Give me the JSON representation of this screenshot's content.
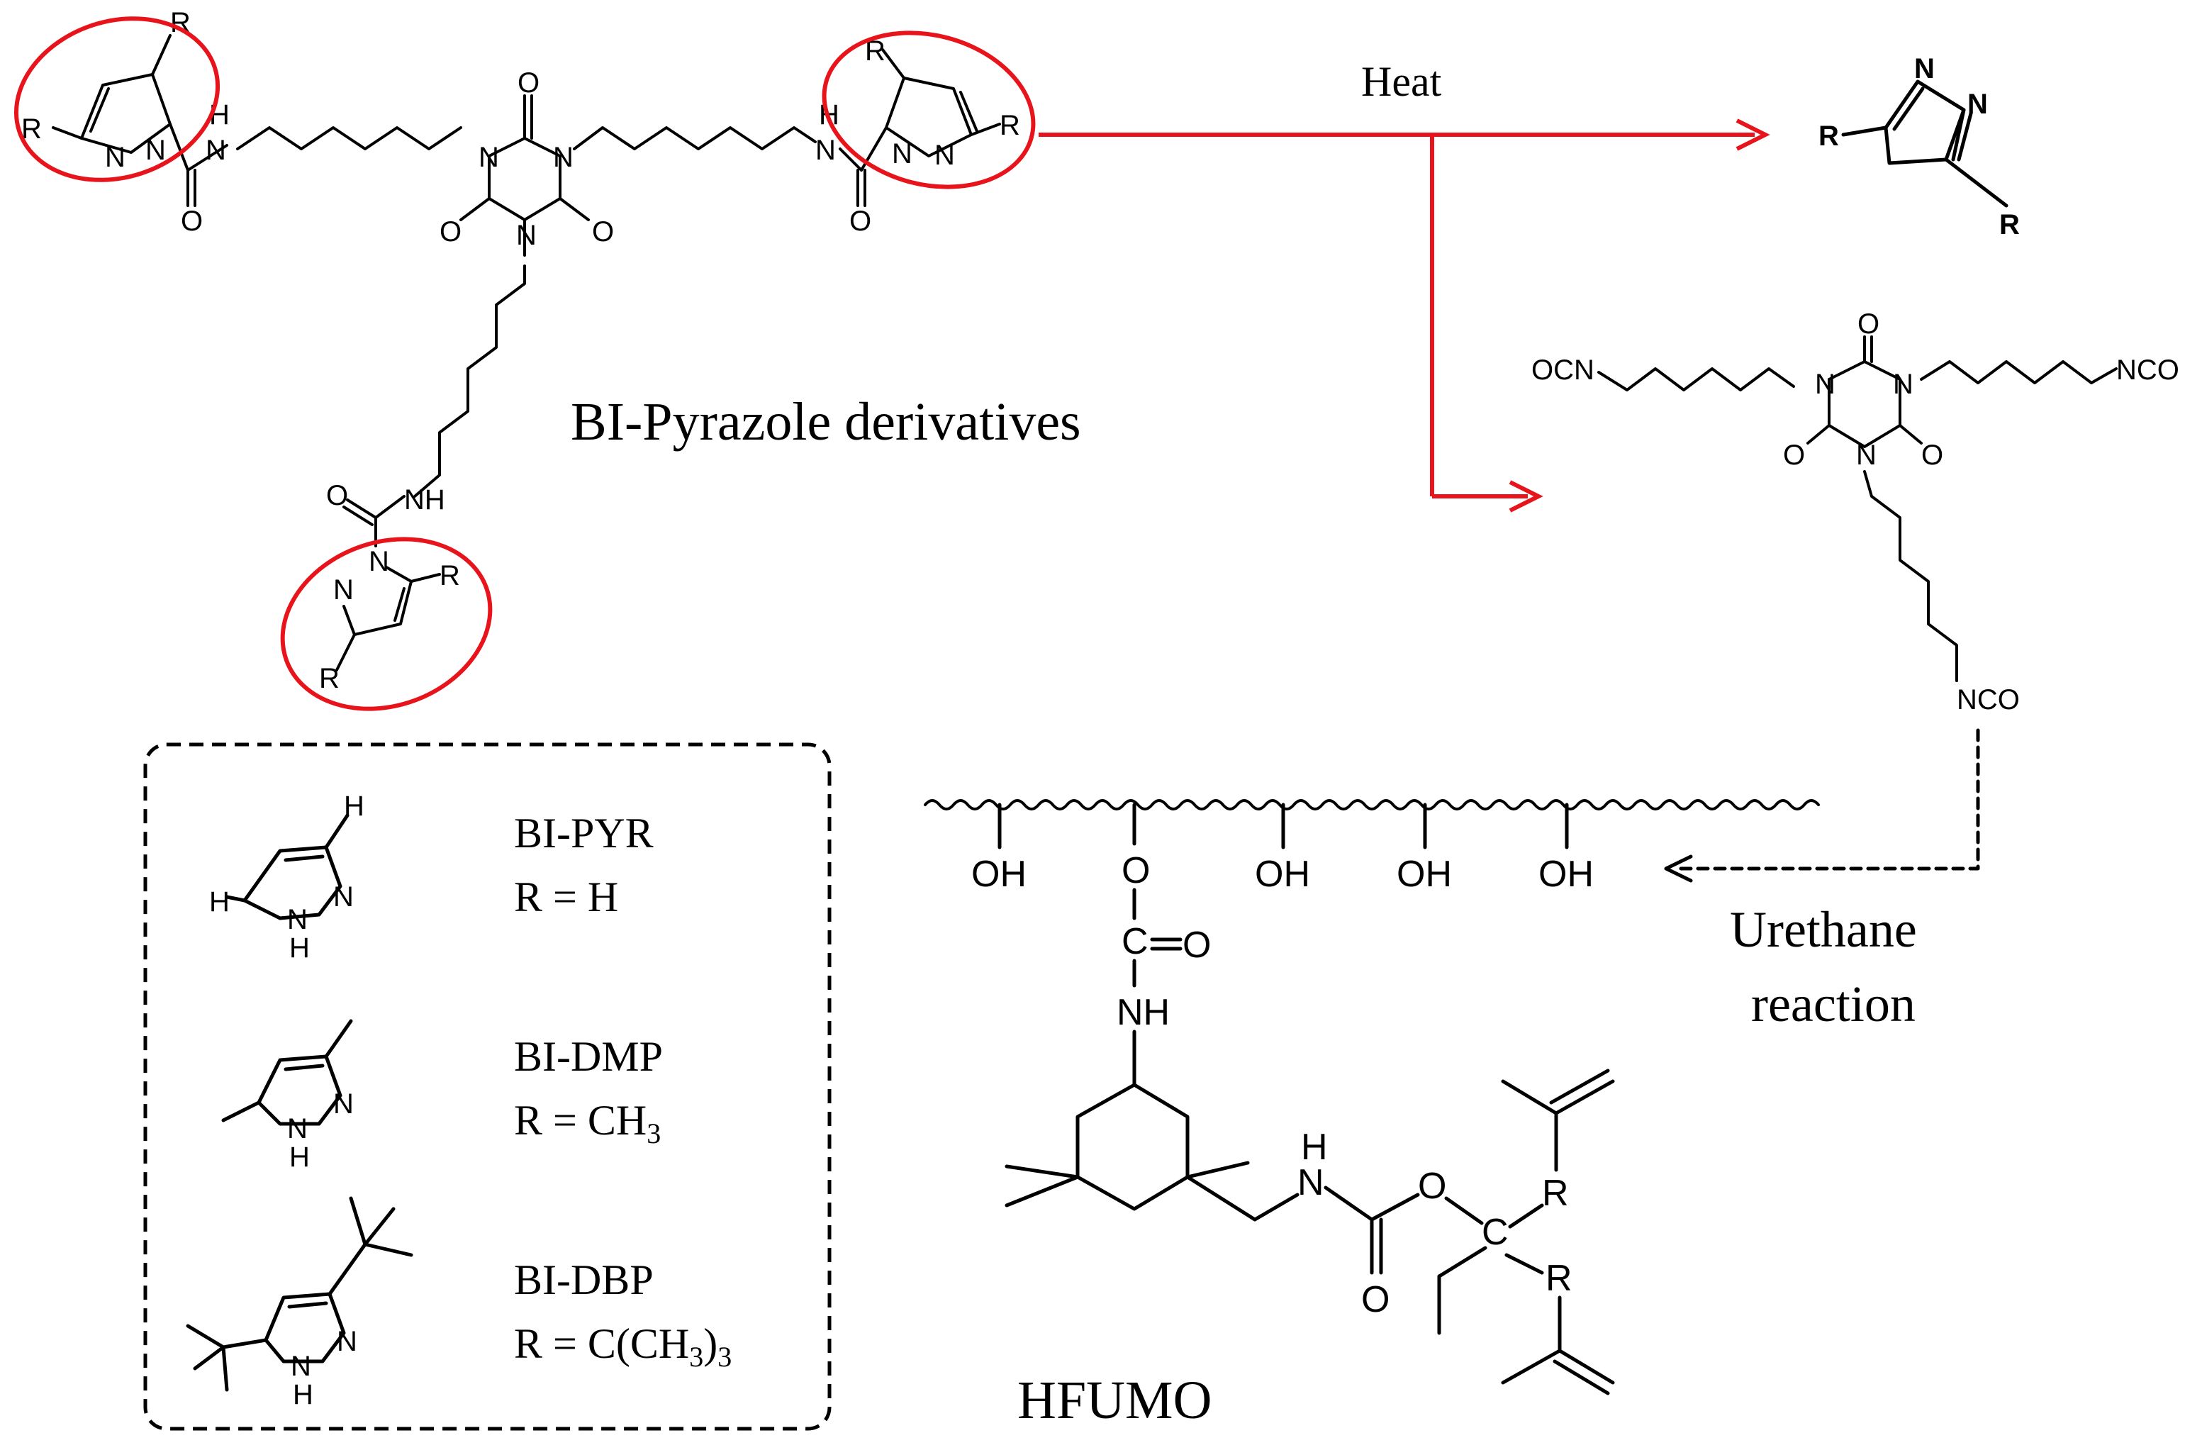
{
  "colors": {
    "highlight": "#e8141c",
    "ink": "#000000",
    "background": "#ffffff"
  },
  "labels": {
    "heat": "Heat",
    "bi_pyrazole": "BI-Pyrazole derivatives",
    "urethane_line1": "Urethane",
    "urethane_line2": "reaction",
    "hfumo": "HFUMO"
  },
  "legend": {
    "items": [
      {
        "name": "BI-PYR",
        "r_prefix": "R = ",
        "r_formula": "H"
      },
      {
        "name": "BI-DMP",
        "r_prefix": "R = ",
        "r_formula": "CH",
        "r_sub": "3"
      },
      {
        "name": "BI-DBP",
        "r_prefix": "R = ",
        "r_formula": "C(CH",
        "r_sub": "3",
        "r_close": ")",
        "r_sub2": "3"
      }
    ]
  },
  "atoms": {
    "R": "R",
    "N": "N",
    "O": "O",
    "H": "H",
    "C": "C",
    "NH": "NH",
    "OH": "OH",
    "OCN": "OCN",
    "NCO": "NCO"
  }
}
